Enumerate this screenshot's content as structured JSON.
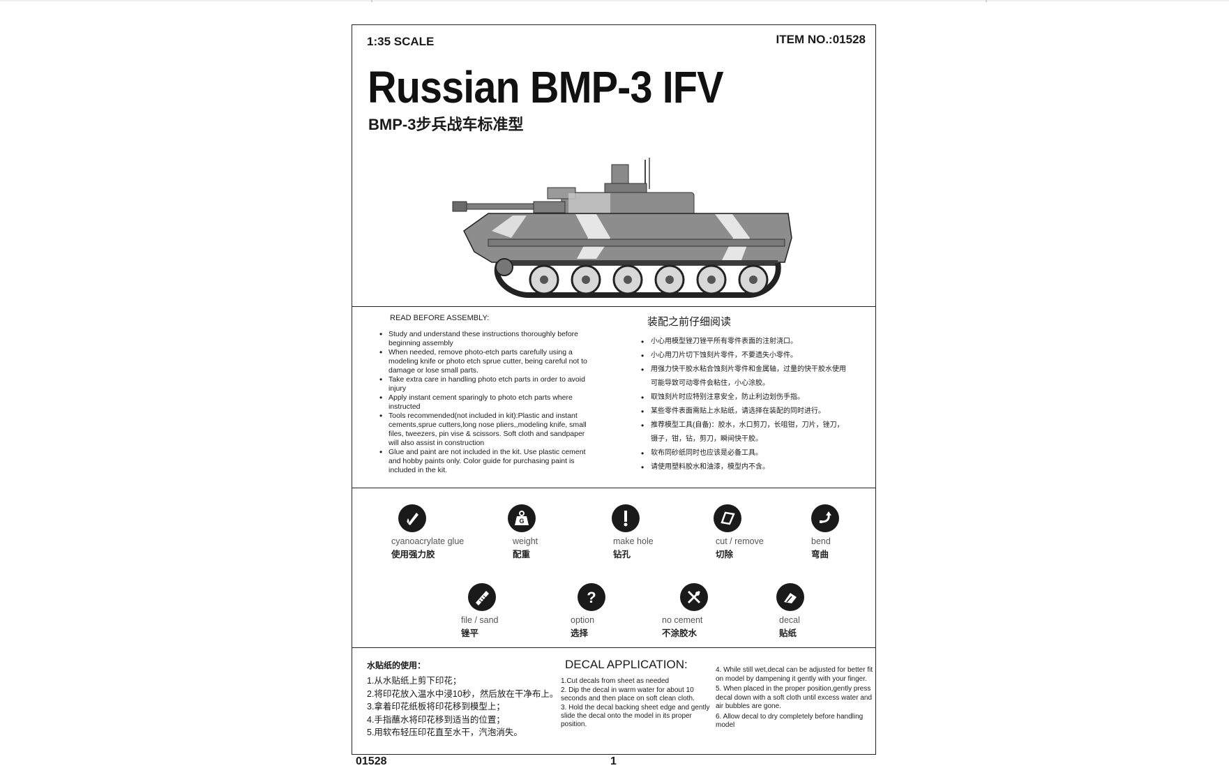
{
  "header": {
    "scale": "1:35 SCALE",
    "item_no": "ITEM NO.:01528",
    "title": "Russian BMP-3 IFV",
    "subtitle": "BMP-3步兵战车标准型"
  },
  "read_before": {
    "en_heading": "READ BEFORE ASSEMBLY:",
    "en_items": [
      "Study and understand these instructions thoroughly before beginning assembly",
      "When needed, remove photo-etch parts carefully using a modeling knife or photo etch sprue cutter, being careful not to damage or lose small parts.",
      "Take extra care in handling photo etch parts in order to avoid injury",
      "Apply instant cement sparingly to photo etch parts where instructed",
      "Tools recommended(not included in kit):Plastic and instant cements,sprue cutters,long nose pliers,,modeling knife, small files, tweezers, pin vise & scissors. Soft cloth and sandpaper will also assist in construction",
      "Glue and paint are not included in the kit. Use plastic cement and hobby paints only. Color guide for purchasing paint is included in the kit."
    ],
    "zh_heading": "装配之前仔细阅读",
    "zh_items": [
      "小心用模型锉刀锉平所有零件表面的注射浇口。",
      "小心用刀片切下蚀刻片零件，不要遗失小零件。",
      "用强力快干胶水粘合蚀刻片零件和金属轴，过量的快干胶水使用可能导致可动零件会粘住，小心涂胶。",
      "取蚀刻片时应特别注意安全，防止利边划伤手指。",
      "某些零件表面需贴上水贴纸，请选择在装配的同时进行。",
      "推荐模型工具(自备)：胶水，水口剪刀，长咀钳，刀片，锉刀，镊子，钳，钻，剪刀，瞬间快干胶。",
      "软布同砂纸同时也应该是必备工具。",
      "请使用塑料胶水和油漆，模型内不含。"
    ]
  },
  "symbols": [
    {
      "en": "cyanoacrylate glue",
      "zh": "使用强力胶",
      "icon": "glue-drop-icon"
    },
    {
      "en": "weight",
      "zh": "配重",
      "icon": "weight-icon"
    },
    {
      "en": "make hole",
      "zh": "钻孔",
      "icon": "drill-hole-icon"
    },
    {
      "en": "cut / remove",
      "zh": "切除",
      "icon": "cut-icon"
    },
    {
      "en": "bend",
      "zh": "弯曲",
      "icon": "bend-arrow-icon"
    },
    {
      "en": "file / sand",
      "zh": "锉平",
      "icon": "file-icon"
    },
    {
      "en": "option",
      "zh": "选择",
      "icon": "question-icon"
    },
    {
      "en": "no cement",
      "zh": "不涂胶水",
      "icon": "no-cement-icon"
    },
    {
      "en": "decal",
      "zh": "贴纸",
      "icon": "decal-icon"
    }
  ],
  "decal": {
    "zh_heading": "水贴纸的使用：",
    "zh_steps": [
      "1.从水贴纸上剪下印花；",
      "2.将印花放入温水中浸10秒，然后放在干净布上。",
      "3.拿着印花纸板将印花移到模型上；",
      "4.手指蘸水将印花移到适当的位置；",
      "5.用软布轻压印花直至水干，汽泡消失。"
    ],
    "en_heading": "DECAL APPLICATION:",
    "en_steps_a": [
      "1.Cut decals from sheet as needed",
      "2. Dip the decal in warm water for about 10 seconds and then place on soft clean cloth.",
      "3. Hold the decal backing sheet edge and gently slide the decal onto the model in its proper position."
    ],
    "en_steps_b": [
      "4. While still wet,decal can be adjusted for better fit on model by dampening it gently with your finger.",
      "5. When placed in the proper position,gently press decal down with a soft cloth until excess water and air bubbles are gone.",
      "6. Allow decal to dry completely before handling model"
    ]
  },
  "footer": {
    "item": "01528",
    "page": "1"
  }
}
